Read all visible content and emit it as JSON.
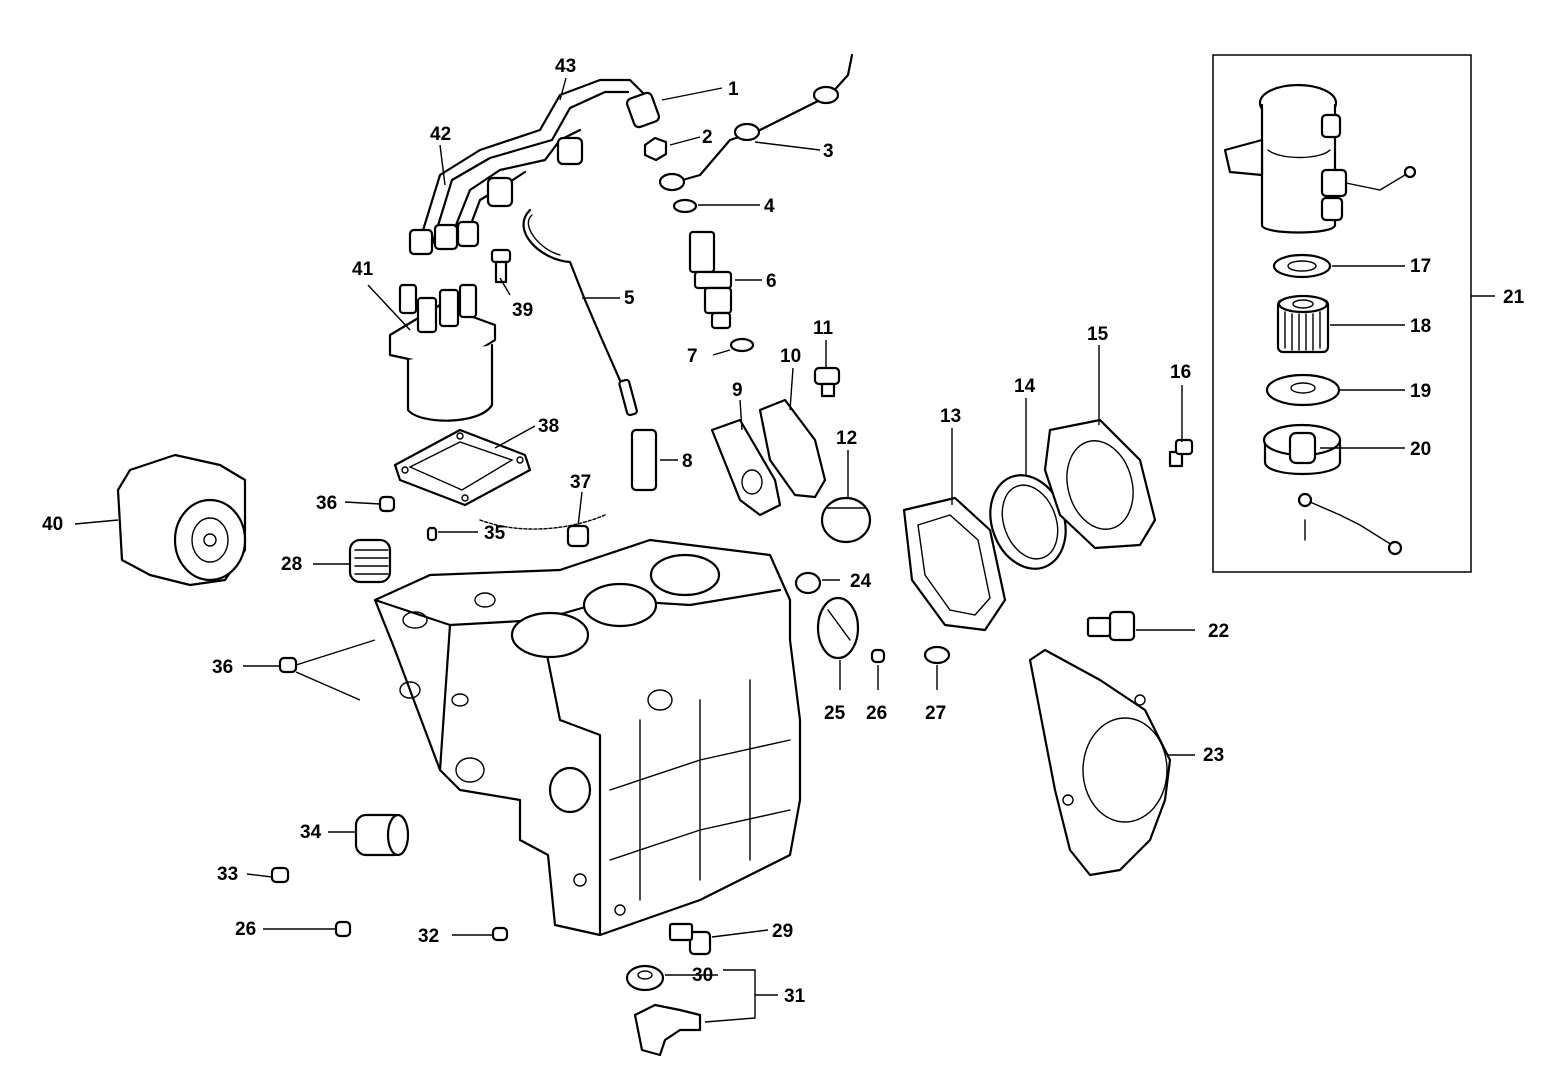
{
  "diagram": {
    "callouts": [
      {
        "id": "1",
        "text": "1"
      },
      {
        "id": "2",
        "text": "2"
      },
      {
        "id": "3",
        "text": "3"
      },
      {
        "id": "4",
        "text": "4"
      },
      {
        "id": "5",
        "text": "5"
      },
      {
        "id": "6",
        "text": "6"
      },
      {
        "id": "7",
        "text": "7"
      },
      {
        "id": "8",
        "text": "8"
      },
      {
        "id": "9",
        "text": "9"
      },
      {
        "id": "10",
        "text": "10"
      },
      {
        "id": "11",
        "text": "11"
      },
      {
        "id": "12",
        "text": "12"
      },
      {
        "id": "13",
        "text": "13"
      },
      {
        "id": "14",
        "text": "14"
      },
      {
        "id": "15",
        "text": "15"
      },
      {
        "id": "16",
        "text": "16"
      },
      {
        "id": "17",
        "text": "17"
      },
      {
        "id": "18",
        "text": "18"
      },
      {
        "id": "19",
        "text": "19"
      },
      {
        "id": "20",
        "text": "20"
      },
      {
        "id": "21",
        "text": "21"
      },
      {
        "id": "22",
        "text": "22"
      },
      {
        "id": "23",
        "text": "23"
      },
      {
        "id": "24",
        "text": "24"
      },
      {
        "id": "25",
        "text": "25"
      },
      {
        "id": "26a",
        "text": "26"
      },
      {
        "id": "27",
        "text": "27"
      },
      {
        "id": "28",
        "text": "28"
      },
      {
        "id": "29",
        "text": "29"
      },
      {
        "id": "30",
        "text": "30"
      },
      {
        "id": "31",
        "text": "31"
      },
      {
        "id": "32",
        "text": "32"
      },
      {
        "id": "33",
        "text": "33"
      },
      {
        "id": "34",
        "text": "34"
      },
      {
        "id": "26b",
        "text": "26"
      },
      {
        "id": "35",
        "text": "35"
      },
      {
        "id": "36a",
        "text": "36"
      },
      {
        "id": "36b",
        "text": "36"
      },
      {
        "id": "37",
        "text": "37"
      },
      {
        "id": "38",
        "text": "38"
      },
      {
        "id": "39",
        "text": "39"
      },
      {
        "id": "40",
        "text": "40"
      },
      {
        "id": "41",
        "text": "41"
      },
      {
        "id": "42",
        "text": "42"
      },
      {
        "id": "43",
        "text": "43"
      }
    ]
  }
}
